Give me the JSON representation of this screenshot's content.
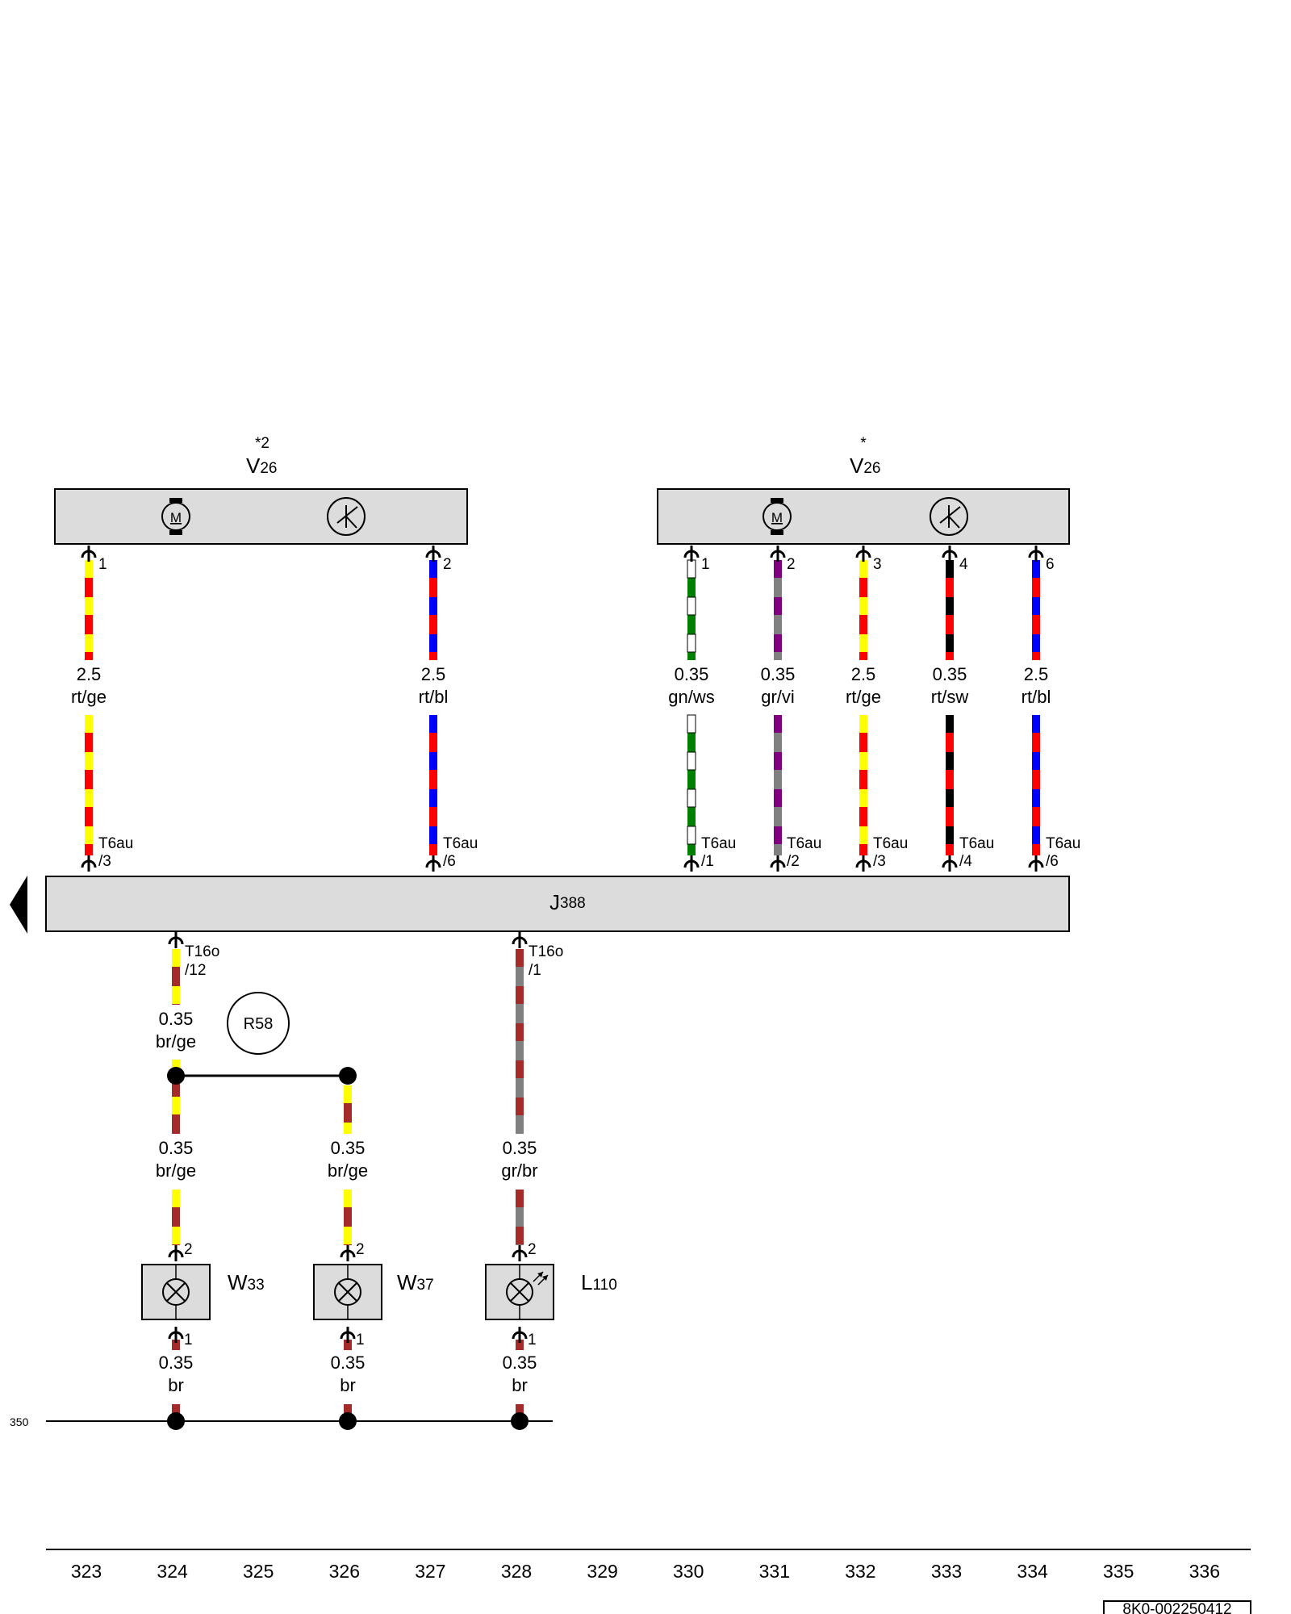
{
  "components": {
    "v26_left": {
      "marker": "*2",
      "name": "V",
      "sub": "26"
    },
    "v26_right": {
      "marker": "*",
      "name": "V",
      "sub": "26"
    },
    "j388": {
      "name": "J",
      "sub": "388"
    },
    "r58": {
      "label": "R58"
    },
    "w33": {
      "name": "W",
      "sub": "33"
    },
    "w37": {
      "name": "W",
      "sub": "37"
    },
    "l110": {
      "name": "L",
      "sub": "110"
    }
  },
  "colors": {
    "rt": "#ff0000",
    "ge": "#ffff00",
    "bl": "#0000ff",
    "gn": "#008000",
    "ws": "#ffffff",
    "gr": "#808080",
    "vi": "#800080",
    "sw": "#000000",
    "br": "#a52a2a"
  },
  "wires": [
    {
      "id": "w1",
      "pin_top": "1",
      "size": "2.5",
      "color": "rt/ge",
      "conn": "T6au",
      "conn_pin": "/3"
    },
    {
      "id": "w2",
      "pin_top": "2",
      "size": "2.5",
      "color": "rt/bl",
      "conn": "T6au",
      "conn_pin": "/6"
    },
    {
      "id": "w3",
      "pin_top": "1",
      "size": "0.35",
      "color": "gn/ws",
      "conn": "T6au",
      "conn_pin": "/1"
    },
    {
      "id": "w4",
      "pin_top": "2",
      "size": "0.35",
      "color": "gr/vi",
      "conn": "T6au",
      "conn_pin": "/2"
    },
    {
      "id": "w5",
      "pin_top": "3",
      "size": "2.5",
      "color": "rt/ge",
      "conn": "T6au",
      "conn_pin": "/3"
    },
    {
      "id": "w6",
      "pin_top": "4",
      "size": "0.35",
      "color": "rt/sw",
      "conn": "T6au",
      "conn_pin": "/4"
    },
    {
      "id": "w7",
      "pin_top": "6",
      "size": "2.5",
      "color": "rt/bl",
      "conn": "T6au",
      "conn_pin": "/6"
    }
  ],
  "lower": {
    "out_a": {
      "conn": "T16o",
      "conn_pin": "/12",
      "size": "0.35",
      "color": "br/ge"
    },
    "out_b": {
      "conn": "T16o",
      "conn_pin": "/1"
    },
    "feed_w33": {
      "size": "0.35",
      "color": "br/ge",
      "pin": "2"
    },
    "feed_w37": {
      "size": "0.35",
      "color": "br/ge",
      "pin": "2"
    },
    "feed_l110": {
      "size": "0.35",
      "color": "gr/br",
      "pin": "2"
    },
    "ground_w33": {
      "pin": "1",
      "size": "0.35",
      "color": "br"
    },
    "ground_w37": {
      "pin": "1",
      "size": "0.35",
      "color": "br"
    },
    "ground_l110": {
      "pin": "1",
      "size": "0.35",
      "color": "br"
    }
  },
  "ground_ref": "350",
  "scale": [
    "323",
    "324",
    "325",
    "326",
    "327",
    "328",
    "329",
    "330",
    "331",
    "332",
    "333",
    "334",
    "335",
    "336"
  ],
  "doc_id": "8K0-002250412"
}
